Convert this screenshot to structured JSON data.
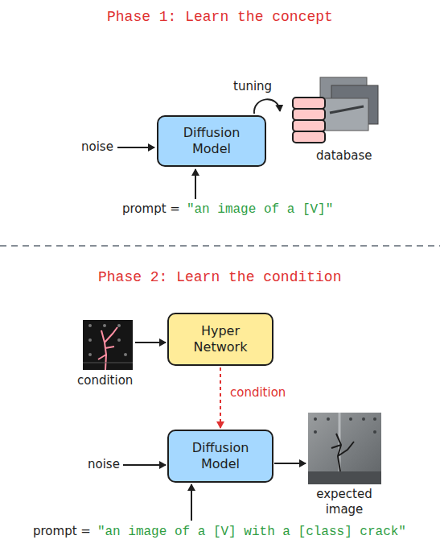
{
  "diagram": {
    "nodes": [
      {
        "text": [
          "Diffusion Model"
        ]
      },
      {
        "text": [
          "Hyper Network"
        ]
      },
      {
        "text": [
          "Diffusion Model"
        ]
      }
    ],
    "edges": [
      {
        "from": 1,
        "to": 2,
        "arrow": "to",
        "label": "condition"
      }
    ],
    "labels": [
      "Phase 1: Learn the concept",
      "noise",
      "tuning",
      "database",
      "prompt =",
      "\"an image of a [V]\"",
      "Phase 2: Learn the condition",
      "condition",
      "noise",
      "expected image",
      "prompt =",
      "\"an image of a [V] with a [class] crack\""
    ]
  }
}
